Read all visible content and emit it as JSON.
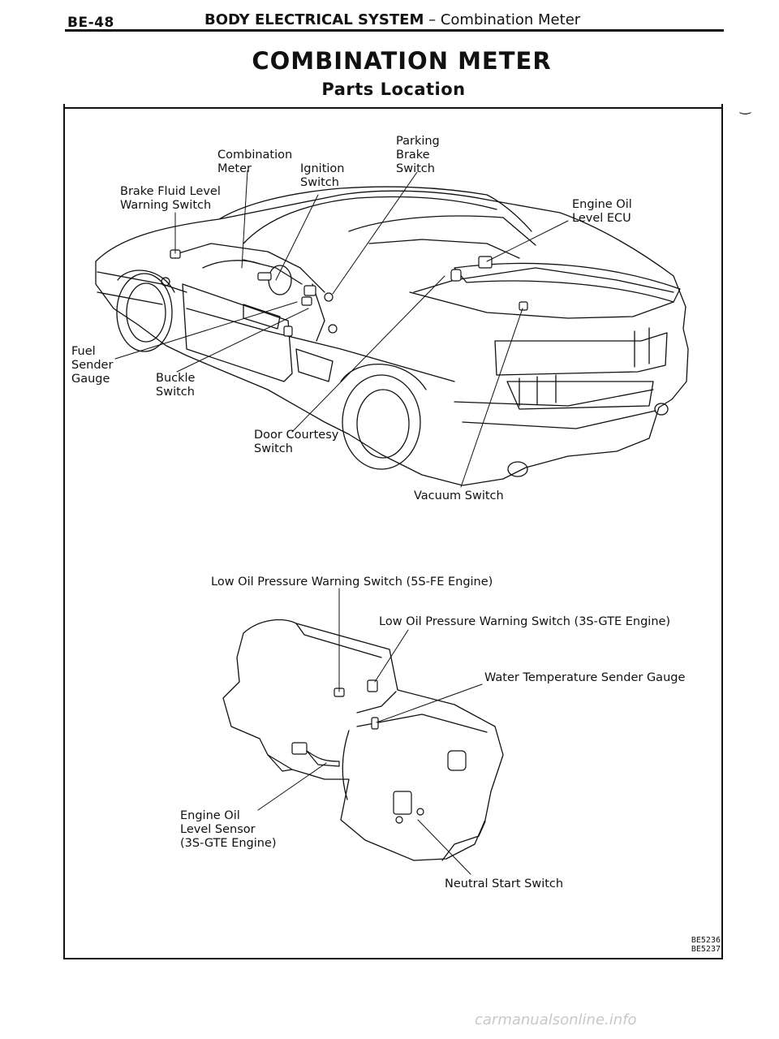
{
  "header": {
    "page_number": "BE-48",
    "section": "BODY ELECTRICAL SYSTEM",
    "separator": " – ",
    "subsection": "Combination Meter"
  },
  "title": "COMBINATION METER",
  "subtitle": "Parts Location",
  "labels": {
    "combination_meter": "Combination\nMeter",
    "parking_brake_switch": "Parking\nBrake\nSwitch",
    "ignition_switch": "Ignition\nSwitch",
    "brake_fluid_level_warning_switch": "Brake Fluid Level\nWarning Switch",
    "engine_oil_level_ecu": "Engine Oil\nLevel ECU",
    "fuel_sender_gauge": "Fuel\nSender\nGauge",
    "buckle_switch": "Buckle\nSwitch",
    "door_courtesy_switch": "Door Courtesy\nSwitch",
    "vacuum_switch": "Vacuum Switch",
    "low_oil_pressure_5sfe": "Low Oil Pressure Warning Switch (5S-FE Engine)",
    "low_oil_pressure_3sgte": "Low Oil Pressure Warning Switch (3S-GTE Engine)",
    "water_temperature_sender_gauge": "Water Temperature Sender Gauge",
    "engine_oil_level_sensor": "Engine Oil\nLevel Sensor\n(3S-GTE Engine)",
    "neutral_start_switch": "Neutral Start Switch"
  },
  "figure_codes": "BE5236\nBE5237",
  "footer": "carmanualsonline.info"
}
